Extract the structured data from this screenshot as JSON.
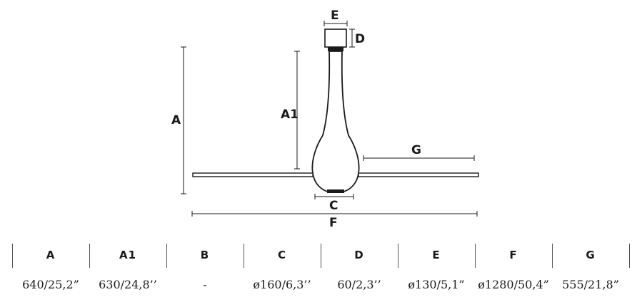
{
  "drawing": {
    "labels": {
      "A": "A",
      "A1": "A1",
      "C": "C",
      "D": "D",
      "E": "E",
      "F": "F",
      "G": "G"
    }
  },
  "table": {
    "headers": [
      "A",
      "A1",
      "B",
      "C",
      "D",
      "E",
      "F",
      "G"
    ],
    "values": [
      "640/25,2”",
      "630/24,8’’",
      "-",
      "ø160/6,3’’",
      "60/2,3’’",
      "ø130/5,1”",
      "ø1280/50,4”",
      "555/21,8”"
    ]
  }
}
